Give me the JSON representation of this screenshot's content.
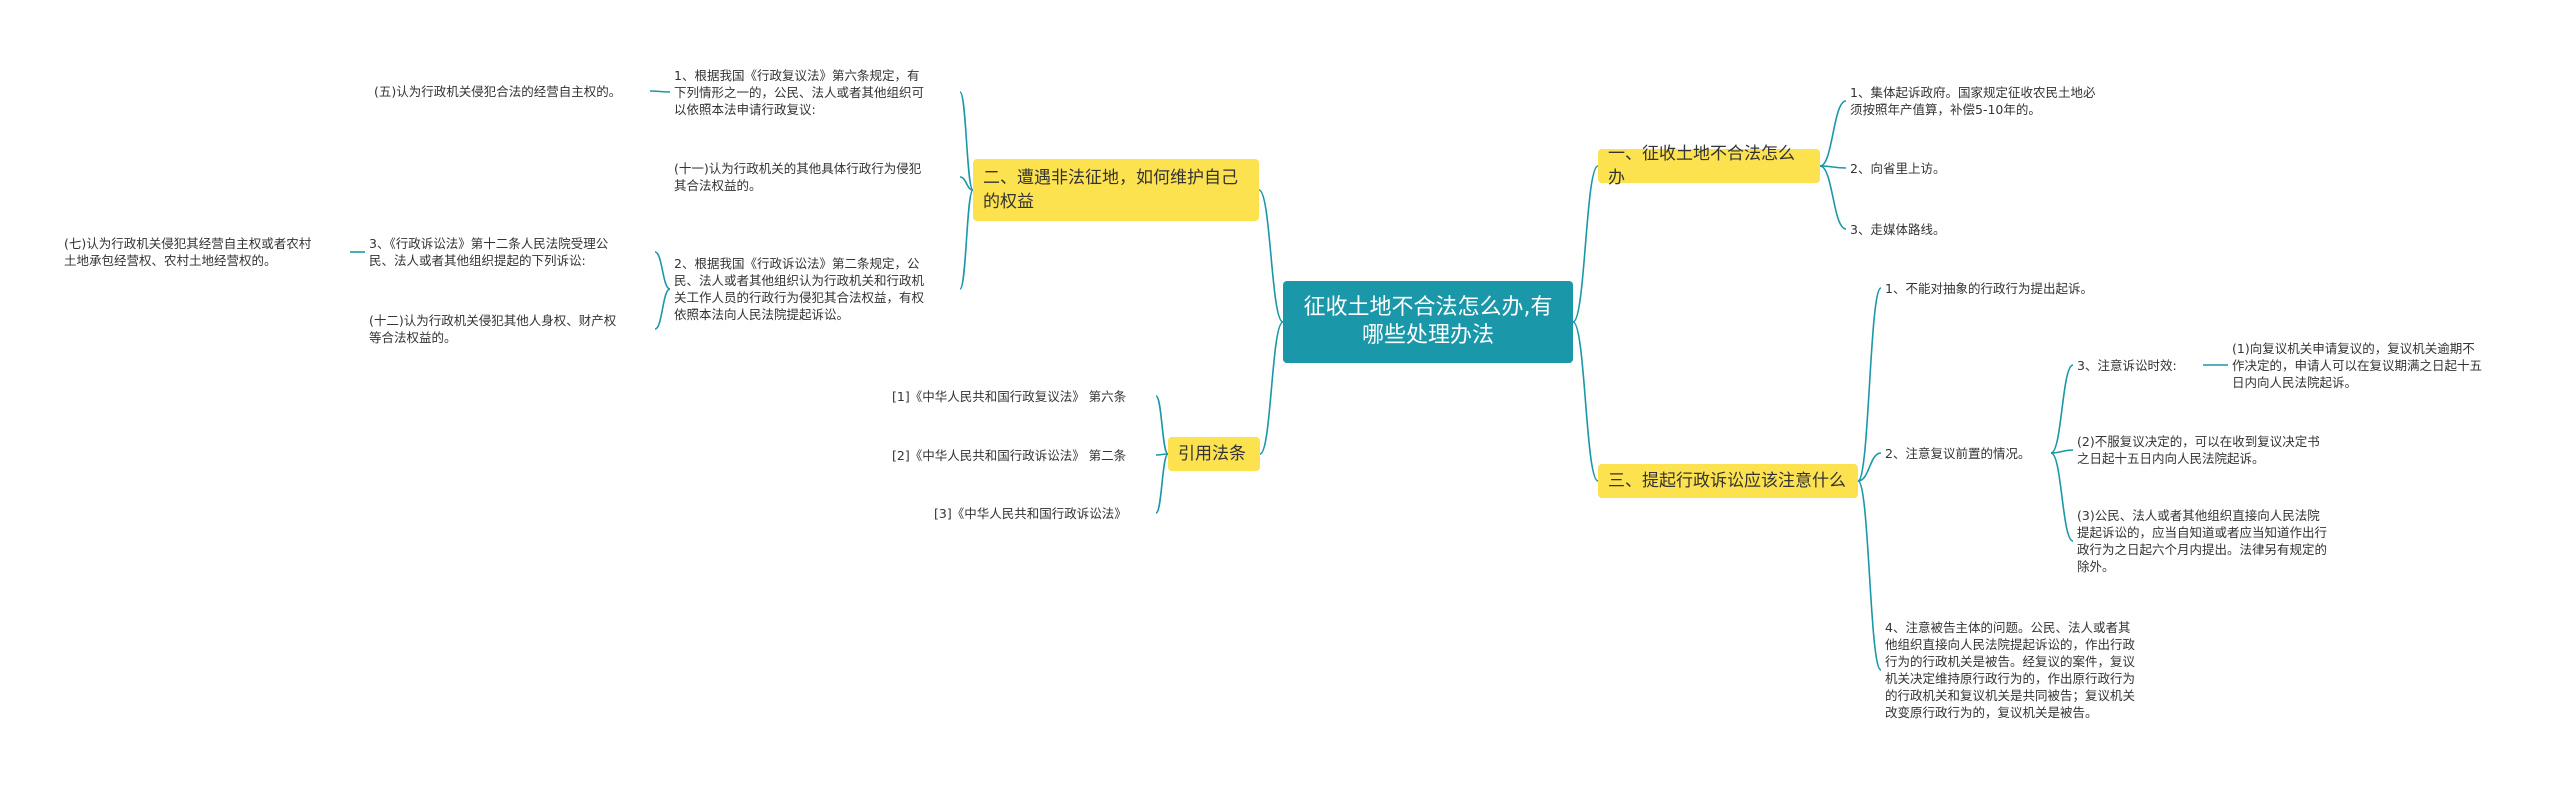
{
  "root": "征收土地不合法怎么办,有哪些处理办法",
  "branches": {
    "b1": "一、征收土地不合法怎么办",
    "b2": "二、遭遇非法征地，如何维护自己的权益",
    "b3": "三、提起行政诉讼应该注意什么",
    "b4": "引用法条"
  },
  "leaves": {
    "r1": "1、集体起诉政府。国家规定征收农民土地必\n须按照年产值算，补偿5-10年的。",
    "r2": "2、向省里上访。",
    "r3": "3、走媒体路线。",
    "s1": "1、不能对抽象的行政行为提出起诉。",
    "s2": "2、注意复议前置的情况。",
    "s2a": "3、注意诉讼时效:",
    "s2a1": "(1)向复议机关申请复议的，复议机关逾期不\n作决定的，申请人可以在复议期满之日起十五\n日内向人民法院起诉。",
    "s2b": "(2)不服复议决定的，可以在收到复议决定书\n之日起十五日内向人民法院起诉。",
    "s2c": "(3)公民、法人或者其他组织直接向人民法院\n提起诉讼的，应当自知道或者应当知道作出行\n政行为之日起六个月内提出。法律另有规定的\n除外。",
    "s4": "4、注意被告主体的问题。公民、法人或者其\n他组织直接向人民法院提起诉讼的，作出行政\n行为的行政机关是被告。经复议的案件，复议\n机关决定维持原行政行为的，作出原行政行为\n的行政机关和复议机关是共同被告；复议机关\n改变原行政行为的，复议机关是被告。",
    "t1": "1、根据我国《行政复议法》第六条规定，有\n下列情形之一的，公民、法人或者其他组织可\n以依照本法申请行政复议:",
    "t1a": "(五)认为行政机关侵犯合法的经营自主权的。",
    "t2": "(十一)认为行政机关的其他具体行政行为侵犯\n其合法权益的。",
    "t3": "2、根据我国《行政诉讼法》第二条规定，公\n民、法人或者其他组织认为行政机关和行政机\n关工作人员的行政行为侵犯其合法权益，有权\n依照本法向人民法院提起诉讼。",
    "t3a": "3、《行政诉讼法》第十二条人民法院受理公\n民、法人或者其他组织提起的下列诉讼:",
    "t3a1": "(七)认为行政机关侵犯其经营自主权或者农村\n土地承包经营权、农村土地经营权的。",
    "t3b": "(十二)认为行政机关侵犯其他人身权、财产权\n等合法权益的。",
    "u1": "[1]《中华人民共和国行政复议法》 第六条",
    "u2": "[2]《中华人民共和国行政诉讼法》 第二条",
    "u3": "[3]《中华人民共和国行政诉讼法》"
  },
  "colors": {
    "root_bg": "#1a97a8",
    "branch_bg": "#fde24f",
    "line": "#1a97a8"
  }
}
